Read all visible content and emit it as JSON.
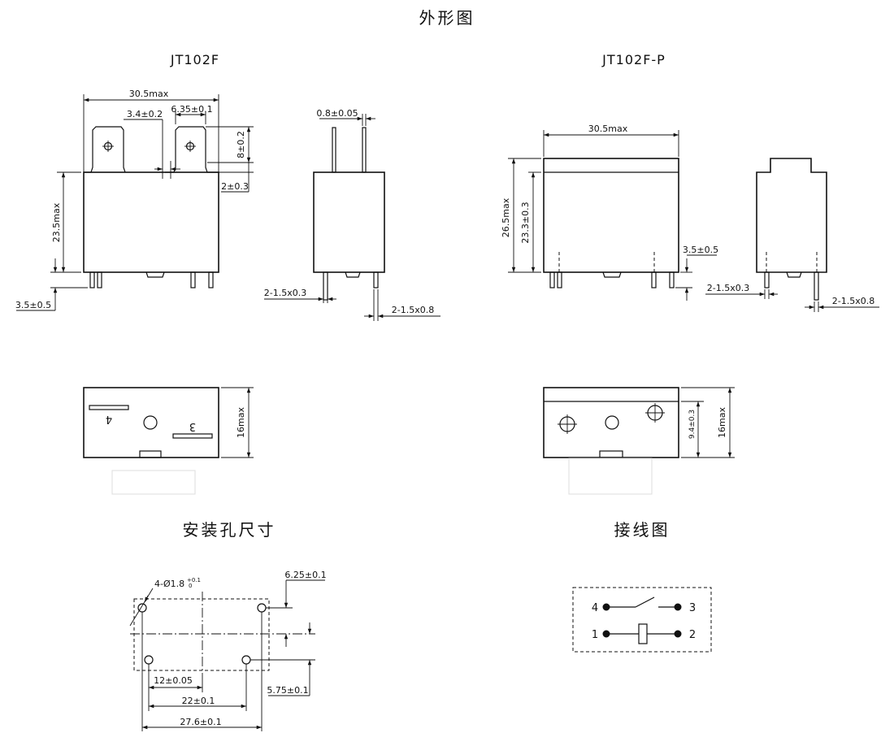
{
  "titles": {
    "outline": "外形图",
    "model_left": "JT102F",
    "model_right": "JT102F-P",
    "mounting": "安装孔尺寸",
    "wiring": "接线图"
  },
  "dimensions_left_front": {
    "width": "30.5max",
    "terminal_gap": "3.4±0.2",
    "terminal_width": "6.35±0.1",
    "terminal_height": "8±0.2",
    "terminal_base": "2±0.3",
    "body_height": "23.5max",
    "pin_length": "3.5±0.5"
  },
  "dimensions_left_side": {
    "terminal_thickness": "0.8±0.05",
    "pin_a": "2-1.5x0.3",
    "pin_b": "2-1.5x0.8"
  },
  "dimensions_right_front": {
    "width": "30.5max",
    "height_total": "26.5max",
    "height_body": "23.3±0.3",
    "pin_length": "3.5±0.5"
  },
  "dimensions_right_side": {
    "pin_a": "2-1.5x0.3",
    "pin_b": "2-1.5x0.8"
  },
  "dimensions_bottom_left": {
    "depth": "16max",
    "label_4": "4",
    "label_3": "3"
  },
  "dimensions_bottom_right": {
    "offset": "9.4±0.3",
    "depth": "16max"
  },
  "mounting_holes": {
    "hole_spec": "4-Ø1.8",
    "hole_tol_upper": "+0.1",
    "hole_tol_lower": "0",
    "dim_top_right": "6.25±0.1",
    "dim_right_lower": "5.75±0.1",
    "dim_12": "12±0.05",
    "dim_22": "22±0.1",
    "dim_27": "27.6±0.1"
  },
  "wiring": {
    "pin4": "4",
    "pin3": "3",
    "pin1": "1",
    "pin2": "2"
  }
}
